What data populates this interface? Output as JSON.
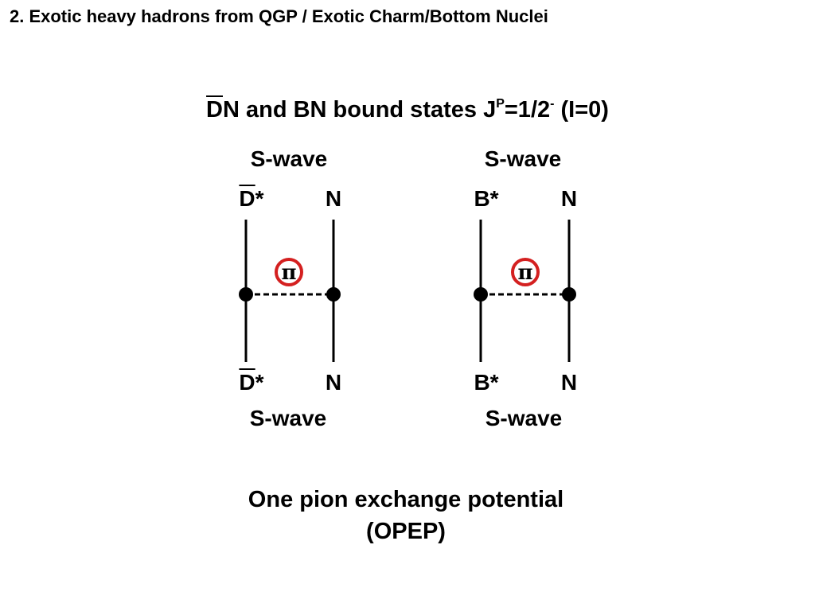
{
  "slide": {
    "title": "2. Exotic heavy hadrons from QGP / Exotic Charm/Bottom Nuclei"
  },
  "subtitle": {
    "bar_letter": "D",
    "text_main": "N and BN bound states J",
    "sup_p": "P",
    "text_mid": "=1/2",
    "sup_minus": "-",
    "text_end": " (I=0)"
  },
  "diagrams": {
    "left": {
      "top_wave": "S-wave",
      "bottom_wave": "S-wave",
      "top_left_bar_letter": "D",
      "top_left_suffix": "*",
      "top_right": "N",
      "bottom_left_bar_letter": "D",
      "bottom_left_suffix": "*",
      "bottom_right": "N",
      "exchange_symbol": "π"
    },
    "right": {
      "top_wave": "S-wave",
      "bottom_wave": "S-wave",
      "top_left": "B*",
      "top_right": "N",
      "bottom_left": "B*",
      "bottom_right": "N",
      "exchange_symbol": "π"
    }
  },
  "caption": {
    "line1": "One pion exchange potential",
    "line2": "(OPEP)"
  },
  "colors": {
    "pion_circle": "#d42020",
    "ink": "#000000",
    "background": "#ffffff"
  }
}
